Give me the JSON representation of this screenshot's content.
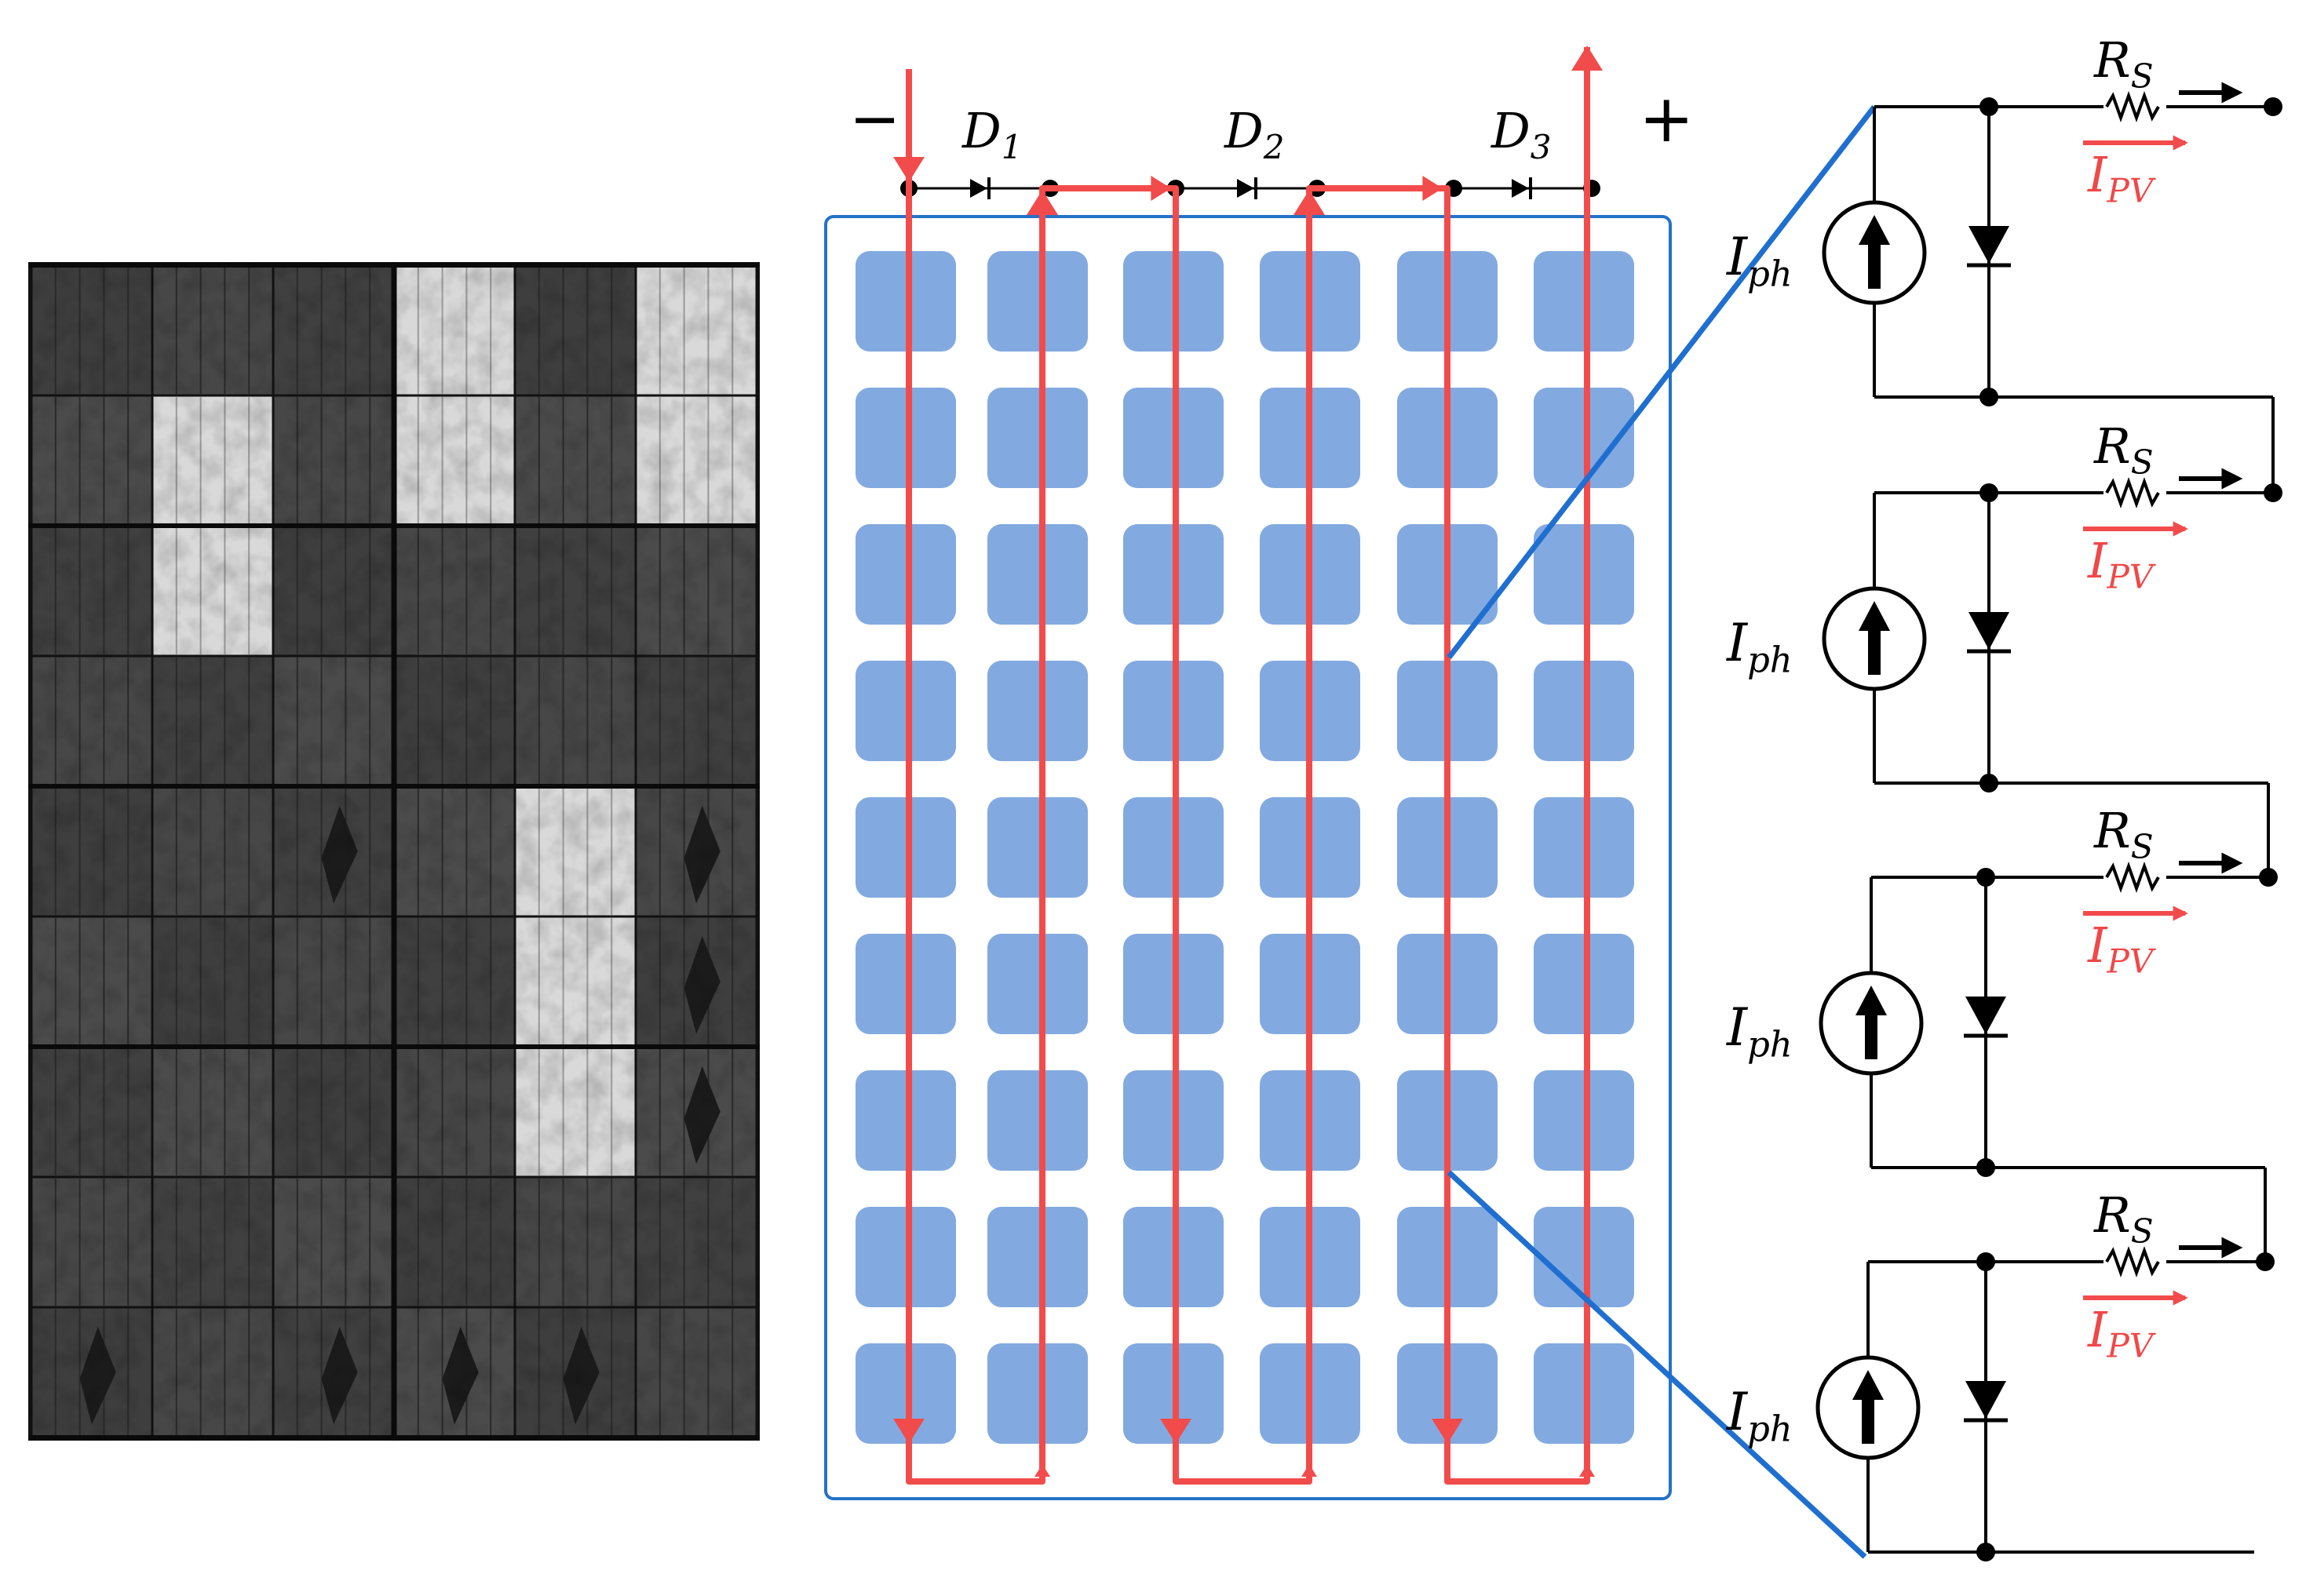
{
  "colors": {
    "cell": "#82aae0",
    "current": "#f24b4b",
    "frame": "#2472c8",
    "zoom_line": "#1f6fd0",
    "wire": "#000000"
  },
  "terminals": {
    "negative": "−",
    "positive": "+"
  },
  "bypass_diodes": [
    {
      "main": "D",
      "sub": "1"
    },
    {
      "main": "D",
      "sub": "2"
    },
    {
      "main": "D",
      "sub": "3"
    }
  ],
  "circuit_labels": {
    "source": {
      "main": "I",
      "sub": "ph"
    },
    "resistor": {
      "main": "R",
      "sub": "S"
    },
    "current": {
      "main": "I",
      "sub": "PV"
    }
  },
  "el_image": {
    "rows": 9,
    "cols": 6,
    "bright_cells": [
      [
        0,
        3
      ],
      [
        0,
        5
      ],
      [
        1,
        1
      ],
      [
        1,
        3
      ],
      [
        1,
        5
      ],
      [
        2,
        1
      ],
      [
        4,
        4
      ],
      [
        5,
        4
      ],
      [
        6,
        4
      ]
    ],
    "cracked_cells": [
      [
        4,
        2
      ],
      [
        4,
        5
      ],
      [
        5,
        5
      ],
      [
        6,
        5
      ],
      [
        8,
        0
      ],
      [
        8,
        2
      ],
      [
        8,
        3
      ],
      [
        8,
        4
      ]
    ]
  },
  "cell_grid": {
    "rows": 9,
    "cols": 6
  },
  "circuit_stages": 4
}
